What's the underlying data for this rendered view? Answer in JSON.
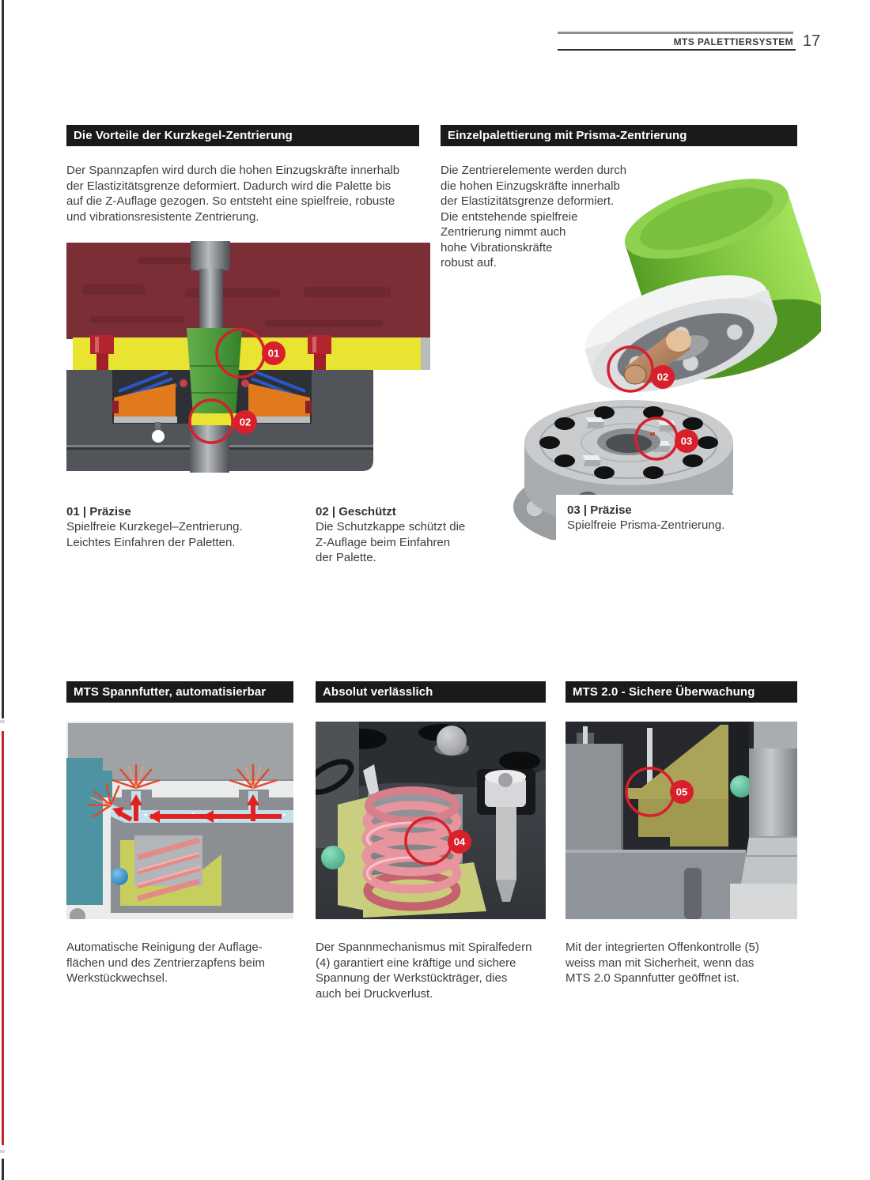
{
  "header": {
    "label": "MTS PALETTIERSYSTEM",
    "page_number": "17"
  },
  "top_left": {
    "title": "Die Vorteile der Kurzkegel-Zentrierung",
    "body": "Der Spannzapfen wird durch die hohen Einzugskräfte innerhalb\nder Elastizitätsgrenze deformiert. Dadurch wird die Palette bis\nauf die Z-Auflage gezogen. So entsteht eine spielfreie, robuste\nund vibrationsresistente Zentrierung."
  },
  "top_right": {
    "title": "Einzelpalettierung mit Prisma-Zentrierung",
    "body": "Die Zentrierelemente werden durch\ndie hohen Einzugskräfte innerhalb\nder Elastizitätsgrenze deformiert.\nDie entstehende spielfreie\nZentrierung nimmt auch\nhohe Vibrationskräfte\nrobust auf."
  },
  "captions_top": {
    "c1_label": "01 | Präzise",
    "c1_text": "Spielfreie Kurzkegel–Zentrierung.\nLeichtes Einfahren der Paletten.",
    "c2_label": "02 | Geschützt",
    "c2_text": "Die Schutzkappe schützt die\nZ-Auflage beim Einfahren\nder Palette.",
    "c3_label": "03 | Präzise",
    "c3_text": "Spielfreie Prisma-Zentrierung."
  },
  "bottom": {
    "col1_title": "MTS Spannfutter, automatisierbar",
    "col2_title": "Absolut verlässlich",
    "col3_title": "MTS 2.0 - Sichere Überwachung",
    "col1_caption": "Automatische Reinigung der Auflage-\nflächen und des Zentrierzapfens beim\nWerkstückwechsel.",
    "col2_caption": "Der Spannmechanismus mit Spiralfedern\n(4) garantiert eine kräftige und sichere\nSpannung der Werkstückträger, dies\nauch bei Druckverlust.",
    "col3_caption": "Mit der integrierten Offenkontrolle (5)\nweiss man mit Sicherheit, wenn das\nMTS 2.0 Spannfutter geöffnet ist."
  },
  "callouts": {
    "c01": "01",
    "c02": "02",
    "c03": "03",
    "c04": "04",
    "c05": "05"
  },
  "colors": {
    "accent_red": "#d6202c",
    "bar_black": "#1a1a1a",
    "edge_red": "#c2252f"
  }
}
